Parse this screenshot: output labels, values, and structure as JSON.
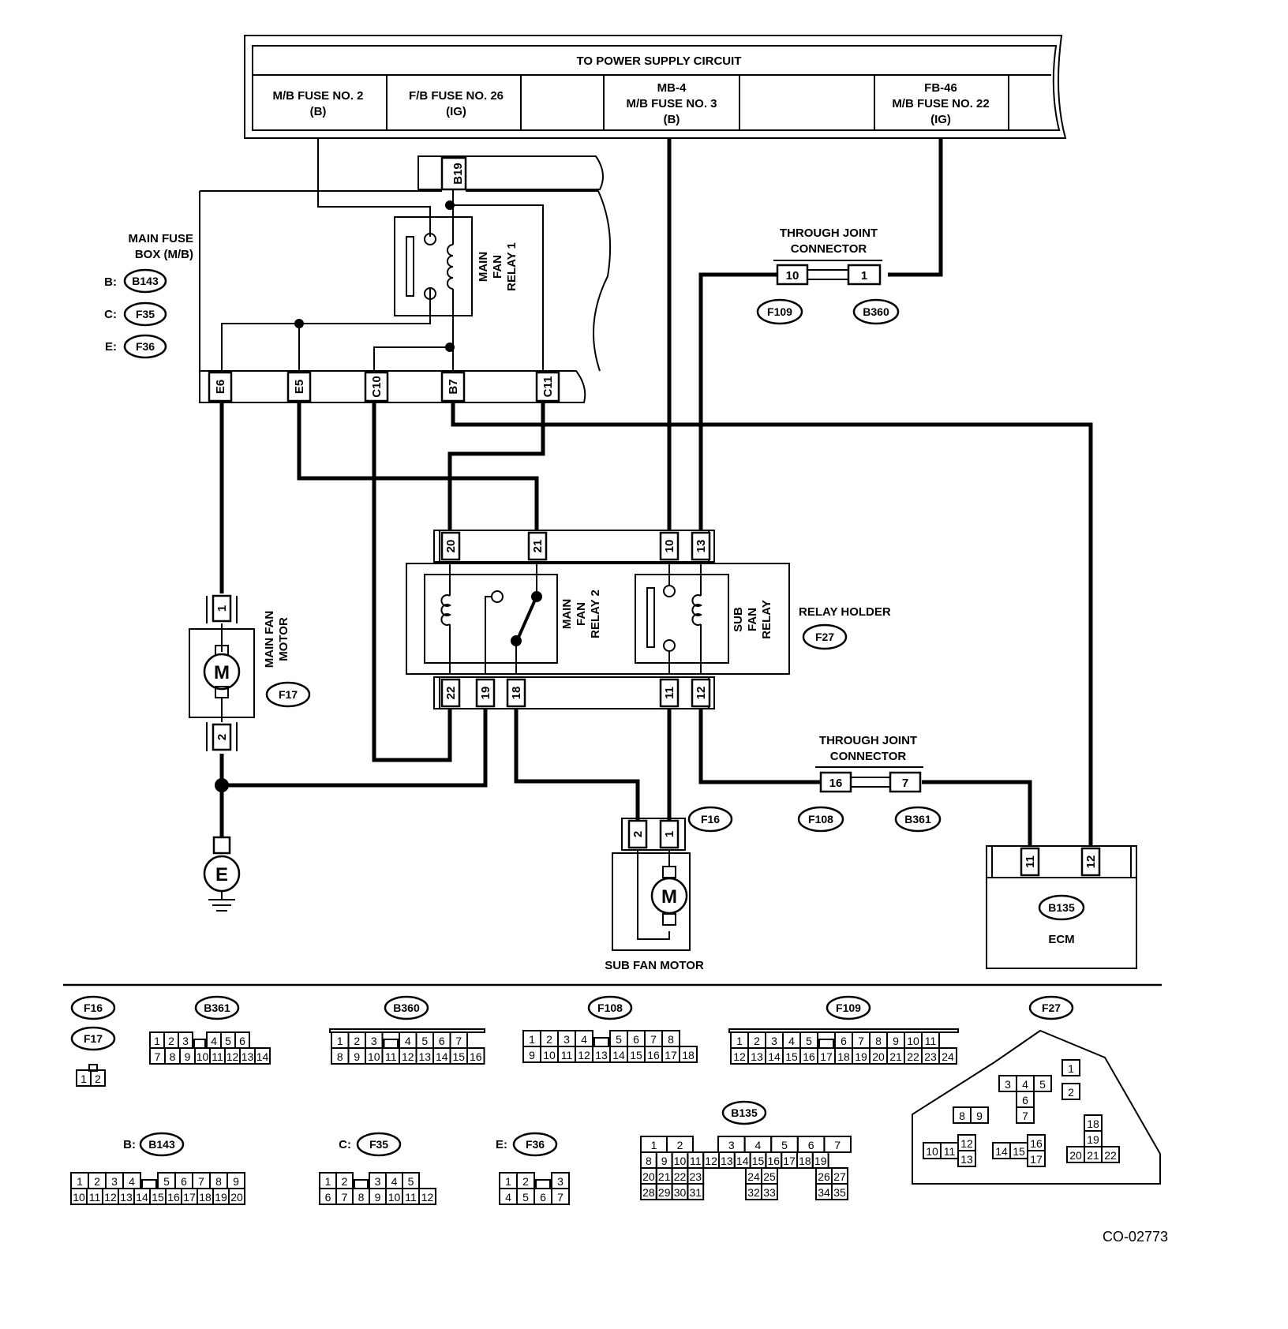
{
  "power_supply": {
    "title": "TO POWER SUPPLY CIRCUIT",
    "fuse_mb2": [
      "M/B FUSE NO. 2",
      "(B)"
    ],
    "fuse_fb26": [
      "F/B FUSE NO. 26",
      "(IG)"
    ],
    "fuse_mb3": [
      "MB-4",
      "M/B FUSE NO. 3",
      "(B)"
    ],
    "fuse_mb22": [
      "FB-46",
      "M/B FUSE NO. 22",
      "(IG)"
    ]
  },
  "main_fuse_box": {
    "title": [
      "MAIN FUSE",
      "BOX (M/B)"
    ],
    "refs": [
      {
        "prefix": "B:",
        "code": "B143"
      },
      {
        "prefix": "C:",
        "code": "F35"
      },
      {
        "prefix": "E:",
        "code": "F36"
      }
    ],
    "pins": [
      "E6",
      "E5",
      "C10",
      "B7",
      "C11"
    ],
    "top_pin": "B19"
  },
  "main_fan_relay_1": [
    "MAIN",
    "FAN",
    "RELAY 1"
  ],
  "main_fan_relay_2": [
    "MAIN",
    "FAN",
    "RELAY 2"
  ],
  "sub_fan_relay": [
    "SUB",
    "FAN",
    "RELAY"
  ],
  "through_joint_1": {
    "title": [
      "THROUGH JOINT",
      "CONNECTOR"
    ],
    "pin_left": "10",
    "pin_right": "1",
    "code_left": "F109",
    "code_right": "B360"
  },
  "through_joint_2": {
    "title": [
      "THROUGH JOINT",
      "CONNECTOR"
    ],
    "pin_left": "16",
    "pin_right": "7",
    "code_left": "F108",
    "code_right": "B361"
  },
  "relay_holder": {
    "title": "RELAY HOLDER",
    "code": "F27",
    "top_pins": [
      "20",
      "21",
      "10",
      "13"
    ],
    "bottom_pins": [
      "22",
      "19",
      "18",
      "11",
      "12"
    ]
  },
  "main_fan_motor": {
    "title": [
      "MAIN FAN",
      "MOTOR"
    ],
    "code": "F17",
    "pin_top": "1",
    "pin_bottom": "2",
    "symbol": "M"
  },
  "sub_fan_motor": {
    "title": "SUB FAN MOTOR",
    "code": "F16",
    "pins": [
      "2",
      "1"
    ],
    "symbol": "M"
  },
  "ground": {
    "symbol": "E"
  },
  "ecm": {
    "title": "ECM",
    "code": "B135",
    "pins": [
      "11",
      "12"
    ]
  },
  "connector_views": {
    "f16_code": "F16",
    "f17_code": "F17",
    "f16_f17_pins": [
      "1",
      "2"
    ],
    "b361": {
      "code": "B361",
      "row1": [
        "1",
        "2",
        "3",
        "",
        "4",
        "5",
        "6"
      ],
      "row2": [
        "7",
        "8",
        "9",
        "10",
        "11",
        "12",
        "13",
        "14"
      ]
    },
    "b360": {
      "code": "B360",
      "row1": [
        "1",
        "2",
        "3",
        "",
        "4",
        "5",
        "6",
        "7"
      ],
      "row2": [
        "8",
        "9",
        "10",
        "11",
        "12",
        "13",
        "14",
        "15",
        "16"
      ]
    },
    "f108": {
      "code": "F108",
      "row1": [
        "1",
        "2",
        "3",
        "4",
        "",
        "5",
        "6",
        "7",
        "8"
      ],
      "row2": [
        "9",
        "10",
        "11",
        "12",
        "13",
        "14",
        "15",
        "16",
        "17",
        "18"
      ]
    },
    "f109": {
      "code": "F109",
      "row1": [
        "1",
        "2",
        "3",
        "4",
        "5",
        "",
        "6",
        "7",
        "8",
        "9",
        "10",
        "11"
      ],
      "row2": [
        "12",
        "13",
        "14",
        "15",
        "16",
        "17",
        "18",
        "19",
        "20",
        "21",
        "22",
        "23",
        "24"
      ]
    },
    "f27": {
      "code": "F27",
      "pins": [
        "1",
        "2",
        "3",
        "4",
        "5",
        "6",
        "7",
        "8",
        "9",
        "10",
        "11",
        "12",
        "13",
        "14",
        "15",
        "16",
        "17",
        "18",
        "19",
        "20",
        "21",
        "22"
      ]
    },
    "b143": {
      "prefix": "B:",
      "code": "B143",
      "row1": [
        "1",
        "2",
        "3",
        "4",
        "",
        "5",
        "6",
        "7",
        "8",
        "9"
      ],
      "row2": [
        "10",
        "11",
        "12",
        "13",
        "14",
        "15",
        "16",
        "17",
        "18",
        "19",
        "20"
      ]
    },
    "f35": {
      "prefix": "C:",
      "code": "F35",
      "row1": [
        "1",
        "2",
        "",
        "3",
        "4",
        "5"
      ],
      "row2": [
        "6",
        "7",
        "8",
        "9",
        "10",
        "11",
        "12"
      ]
    },
    "f36": {
      "prefix": "E:",
      "code": "F36",
      "row1": [
        "1",
        "2",
        "",
        "3"
      ],
      "row2": [
        "4",
        "5",
        "6",
        "7"
      ]
    },
    "b135": {
      "code": "B135",
      "row1": [
        "1",
        "2",
        "3",
        "4",
        "5",
        "6",
        "7"
      ],
      "row2": [
        "8",
        "9",
        "10",
        "11",
        "12",
        "13",
        "14",
        "15",
        "16",
        "17",
        "18",
        "19"
      ],
      "row3": [
        "20",
        "21",
        "22",
        "23",
        "24",
        "25",
        "26",
        "27"
      ],
      "row4": [
        "28",
        "29",
        "30",
        "31",
        "32",
        "33",
        "34",
        "35"
      ]
    }
  },
  "figure_ref": "CO-02773"
}
